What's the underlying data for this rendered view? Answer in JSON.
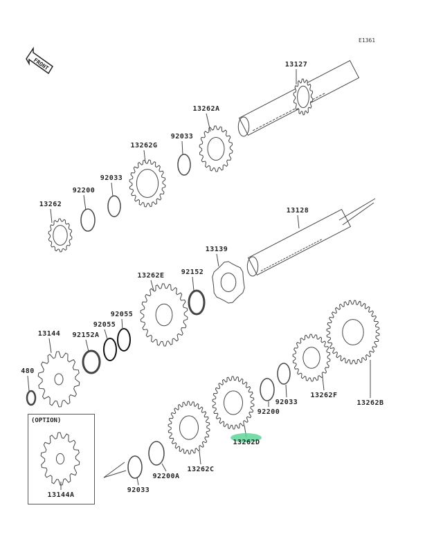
{
  "diagram": {
    "reference_code": "E1361",
    "front_indicator": "FRONT",
    "option_label": "(OPTION)",
    "highlight_color": "#5fd39a",
    "parts": [
      {
        "number": "13127"
      },
      {
        "number": "13262A"
      },
      {
        "number": "92033"
      },
      {
        "number": "13262G"
      },
      {
        "number": "92033"
      },
      {
        "number": "92200"
      },
      {
        "number": "13262"
      },
      {
        "number": "13128"
      },
      {
        "number": "13139"
      },
      {
        "number": "92152"
      },
      {
        "number": "13262E"
      },
      {
        "number": "92055"
      },
      {
        "number": "92055"
      },
      {
        "number": "92152A"
      },
      {
        "number": "13144"
      },
      {
        "number": "480"
      },
      {
        "number": "13144A"
      },
      {
        "number": "13262B"
      },
      {
        "number": "13262F"
      },
      {
        "number": "92033"
      },
      {
        "number": "92200"
      },
      {
        "number": "13262D",
        "highlighted": true
      },
      {
        "number": "13262C"
      },
      {
        "number": "92200A"
      },
      {
        "number": "92033"
      }
    ]
  }
}
